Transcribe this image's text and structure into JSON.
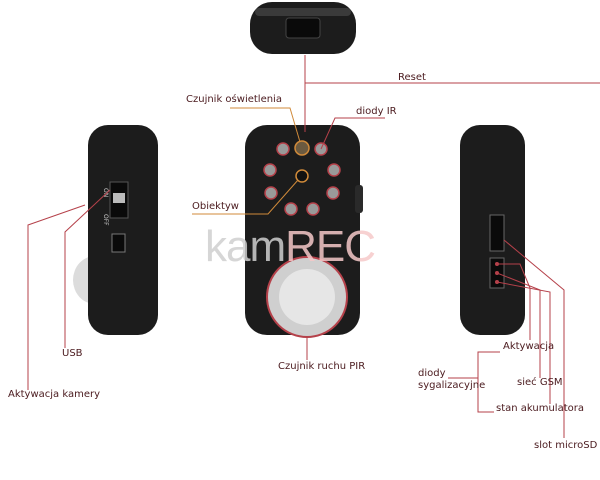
{
  "watermark": {
    "prefix": "kam",
    "suffix": "REC"
  },
  "labels": {
    "reset": "Reset",
    "light_sensor": "Czujnik oświetlenia",
    "ir_leds": "diody IR",
    "lens": "Obiektyw",
    "usb": "USB",
    "camera_activation": "Aktywacja kamery",
    "pir_sensor": "Czujnik ruchu PIR",
    "activation": "Aktywacja",
    "signal_leds": "diody\nsygalizacyjne",
    "gsm": "sieć GSM",
    "battery": "stan akumulatora",
    "microsd": "slot microSD"
  },
  "device_text": {
    "on": "ON",
    "off": "OFF"
  },
  "colors": {
    "callout_red": "#b5414a",
    "callout_orange": "#d08a3a",
    "device": "#1c1c1c"
  }
}
